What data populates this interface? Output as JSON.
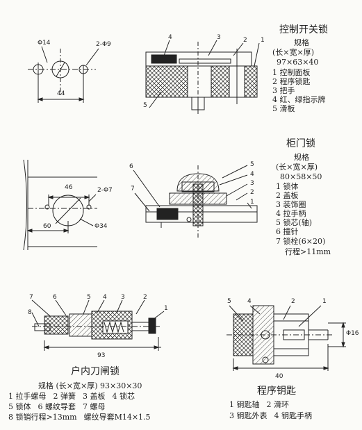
{
  "s1": {
    "title": "控制开关锁",
    "spec_label": "规格",
    "spec_dims": "(长×宽×厚)",
    "spec_value": "97×63×40",
    "parts": [
      "1 控制面板",
      "2 程序锁匙",
      "3 把手",
      "4 红、绿指示牌",
      "5 滑板"
    ],
    "dim_phi14": "Φ14",
    "dim_2phi9": "2-Φ9",
    "dim_44": "44",
    "callouts": [
      "4",
      "3",
      "2",
      "1",
      "5"
    ]
  },
  "s2": {
    "title": "柜门锁",
    "spec_label": "规格",
    "spec_dims": "(长×宽×厚)",
    "spec_value": "80×58×50",
    "parts": [
      "1 锁体",
      "2 盖板",
      "3 装饰圈",
      "4 拉手柄",
      "5 锁芯(轴)",
      "6 撞针",
      "7 锁栓(6×20)",
      "行程>11mm"
    ],
    "dim_46": "46",
    "dim_2phi7": "2-Φ7",
    "dim_60": "60",
    "dim_phi34": "Φ34",
    "callouts": [
      "6",
      "7",
      "5",
      "4",
      "3",
      "2",
      "1"
    ]
  },
  "s3": {
    "title": "户内刀闸锁",
    "spec": "规格 (长×宽×厚) 93×30×30",
    "parts_rows": [
      [
        "1 拉手螺母",
        "2 弹簧",
        "3 盖板",
        "4 锁芯"
      ],
      [
        "5 锁体",
        "6 螺纹导套",
        "7 螺母"
      ],
      [
        "8 锁销行程>13mm",
        "螺纹导套M14×1.5"
      ]
    ],
    "dim_93": "93",
    "callouts": [
      "7",
      "6",
      "5",
      "4",
      "3",
      "2",
      "1",
      "8"
    ]
  },
  "s4": {
    "title": "程序钥匙",
    "parts_rows": [
      [
        "1 钥匙轴",
        "2 滑环"
      ],
      [
        "3 钥匙外表",
        "4 钥匙手柄"
      ]
    ],
    "dim_40": "40",
    "dim_phi16": "Φ16",
    "callouts": [
      "5",
      "4",
      "2",
      "1"
    ]
  }
}
